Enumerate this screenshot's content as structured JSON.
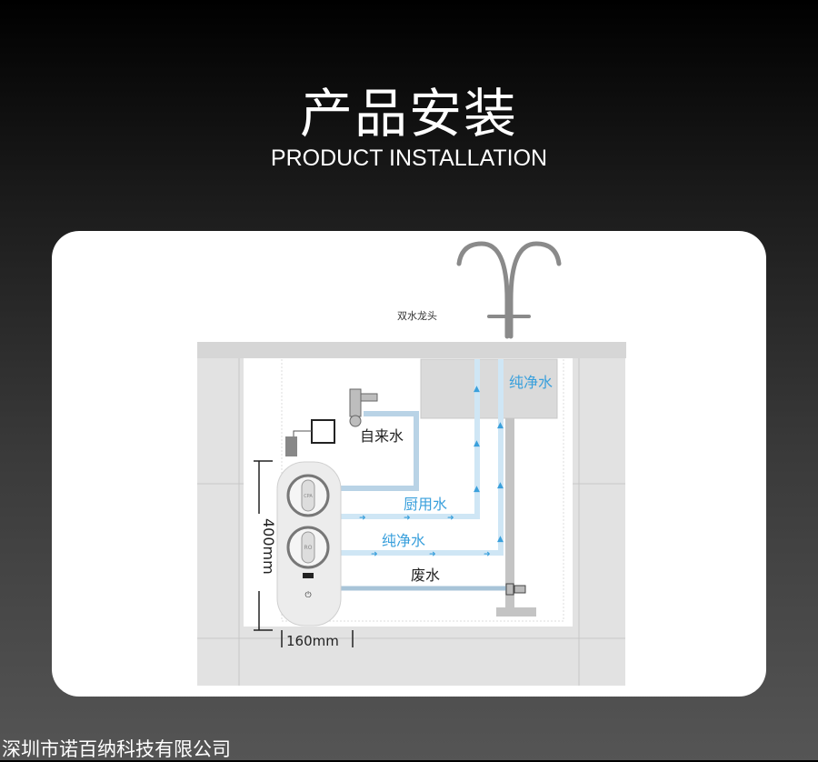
{
  "header": {
    "title": "产品安装",
    "subtitle": "PRODUCT INSTALLATION"
  },
  "diagram": {
    "faucet_label": "双水龙头",
    "tap_water_label": "自来水",
    "kitchen_water_label": "厨用水",
    "pure_water_label": "纯净水",
    "pure_water_label_top": "纯净水",
    "waste_water_label": "废水",
    "height_dim": "400mm",
    "width_dim": "160mm",
    "filter_1": "CPA",
    "filter_2": "RO",
    "colors": {
      "accent": "#3aa0dc",
      "pipe": "#cfe6f5",
      "cabinet": "#e0e0e0"
    }
  },
  "footer": {
    "company": "深圳市诺百纳科技有限公司"
  }
}
